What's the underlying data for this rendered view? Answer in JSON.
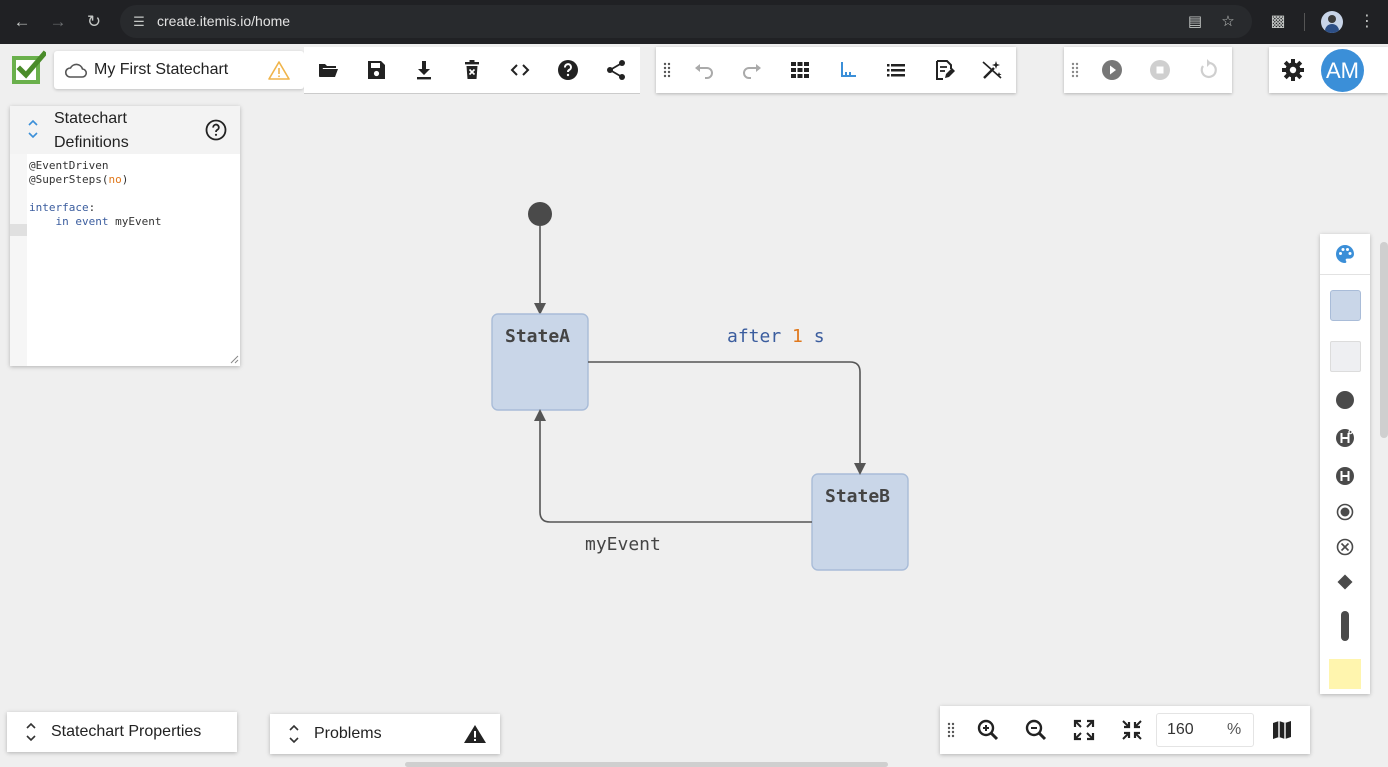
{
  "browser": {
    "url": "create.itemis.io/home"
  },
  "file": {
    "title": "My First Statechart"
  },
  "definitions": {
    "title": "Statechart Definitions",
    "code": [
      {
        "id": "l1",
        "parts": [
          {
            "t": "@EventDriven",
            "c": ""
          }
        ]
      },
      {
        "id": "l2",
        "parts": [
          {
            "t": "@SuperSteps(",
            "c": ""
          },
          {
            "t": "no",
            "c": "orange"
          },
          {
            "t": ")",
            "c": ""
          }
        ]
      },
      {
        "id": "l3",
        "parts": [
          {
            "t": "",
            "c": ""
          }
        ]
      },
      {
        "id": "l4",
        "parts": [
          {
            "t": "interface",
            "c": "kw"
          },
          {
            "t": ":",
            "c": ""
          }
        ]
      },
      {
        "id": "l5",
        "parts": [
          {
            "t": "    ",
            "c": ""
          },
          {
            "t": "in event",
            "c": "kw"
          },
          {
            "t": " myEvent",
            "c": ""
          }
        ]
      }
    ]
  },
  "diagram": {
    "states": [
      {
        "id": "stateA",
        "name": "StateA"
      },
      {
        "id": "stateB",
        "name": "StateB"
      }
    ],
    "transitions": [
      {
        "id": "t1",
        "keyword": "after",
        "number": "1",
        "unit": "s"
      },
      {
        "id": "t2",
        "label": "myEvent"
      }
    ],
    "colors": {
      "state_fill": "#c9d6e8",
      "state_stroke": "#a9bcd8",
      "edge": "#555555",
      "initial": "#4a4a4a"
    }
  },
  "user": {
    "initials": "AM",
    "avatar_color": "#3b8fd8"
  },
  "bottom": {
    "properties_label": "Statechart Properties",
    "problems_label": "Problems"
  },
  "zoom": {
    "value": "160",
    "unit": "%"
  }
}
